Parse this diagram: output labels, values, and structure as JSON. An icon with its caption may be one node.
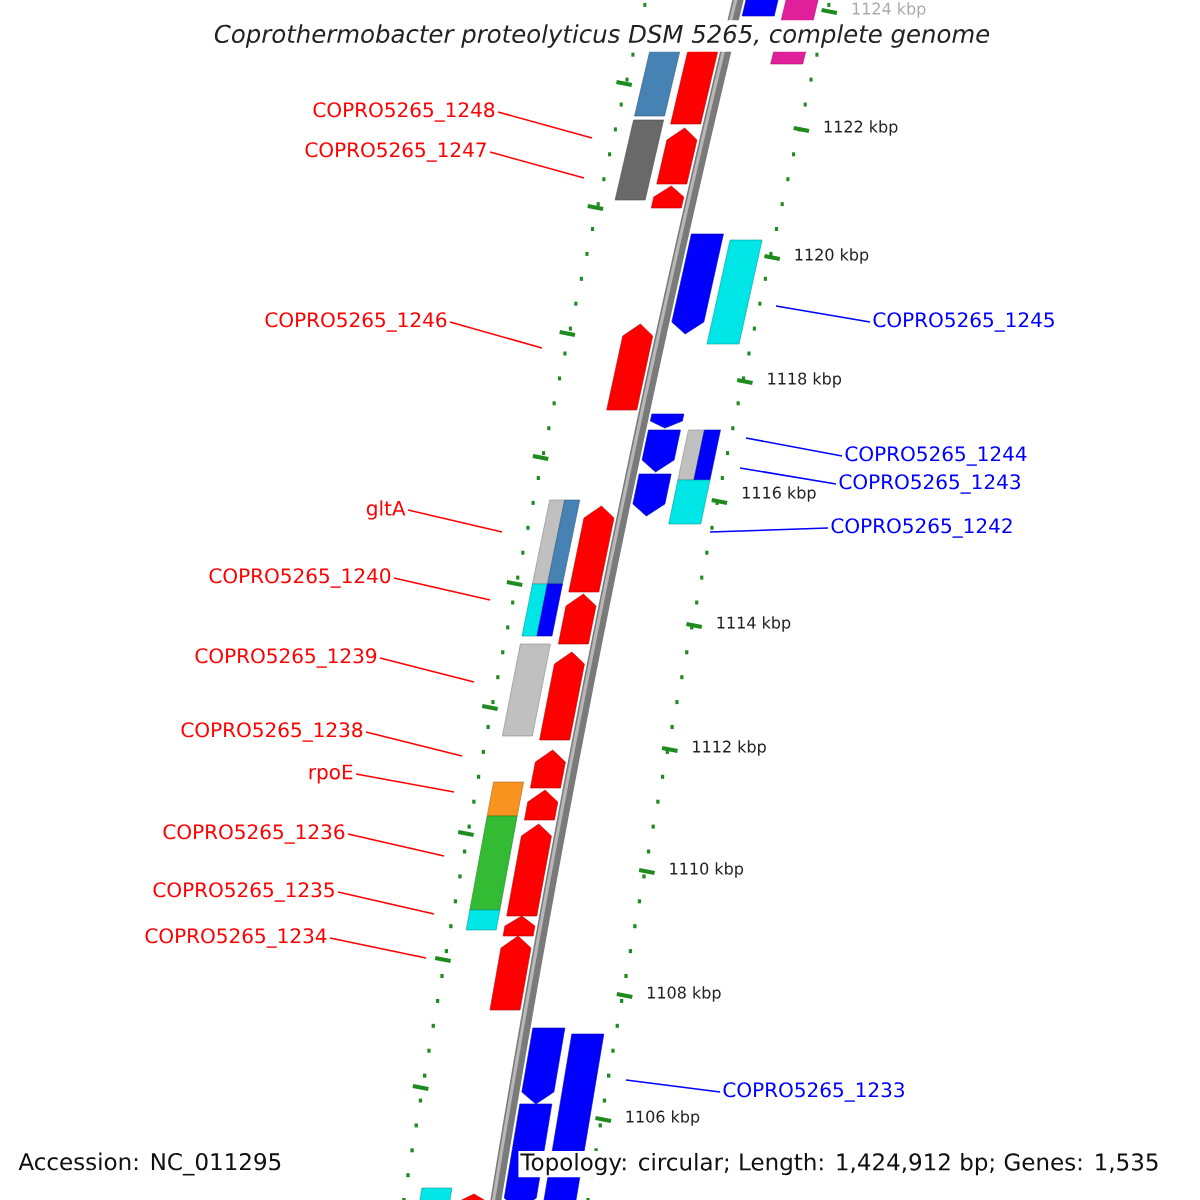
{
  "diagram": {
    "title": "Coprothermobacter proteolyticus DSM 5265, complete genome",
    "nodes": [
      {
        "text": [
          "COPRO5265_1248"
        ]
      },
      {
        "text": [
          "COPRO5265_1247"
        ]
      },
      {
        "text": [
          "COPRO5265_1246"
        ]
      },
      {
        "text": [
          "COPRO5265_1245"
        ]
      },
      {
        "text": [
          "COPRO5265_1244"
        ]
      },
      {
        "text": [
          "COPRO5265_1243"
        ]
      },
      {
        "text": [
          "COPRO5265_1242"
        ]
      },
      {
        "text": [
          "gltA"
        ]
      },
      {
        "text": [
          "COPRO5265_1240"
        ]
      },
      {
        "text": [
          "COPRO5265_1239"
        ]
      },
      {
        "text": [
          "COPRO5265_1238"
        ]
      },
      {
        "text": [
          "rpoE"
        ]
      },
      {
        "text": [
          "COPRO5265_1236"
        ]
      },
      {
        "text": [
          "COPRO5265_1235"
        ]
      },
      {
        "text": [
          "COPRO5265_1234"
        ]
      },
      {
        "text": [
          "COPRO5265_1233"
        ]
      }
    ],
    "edges": [
      {
        "from": 0,
        "to": null,
        "arrow": "none"
      },
      {
        "from": 1,
        "to": null,
        "arrow": "none"
      },
      {
        "from": 2,
        "to": null,
        "arrow": "none"
      },
      {
        "from": 3,
        "to": null,
        "arrow": "none",
        "color": "#0000ff"
      },
      {
        "from": 4,
        "to": null,
        "arrow": "none",
        "color": "#0000ff"
      },
      {
        "from": 5,
        "to": null,
        "arrow": "none",
        "color": "#0000ff"
      },
      {
        "from": 6,
        "to": null,
        "arrow": "none",
        "color": "#0000ff"
      },
      {
        "from": 7,
        "to": null,
        "arrow": "none"
      },
      {
        "from": 8,
        "to": null,
        "arrow": "none"
      },
      {
        "from": 9,
        "to": null,
        "arrow": "none"
      },
      {
        "from": 10,
        "to": null,
        "arrow": "none"
      },
      {
        "from": 11,
        "to": null,
        "arrow": "none"
      },
      {
        "from": 12,
        "to": null,
        "arrow": "none"
      },
      {
        "from": 13,
        "to": null,
        "arrow": "none"
      },
      {
        "from": 14,
        "to": null,
        "arrow": "none"
      },
      {
        "from": 15,
        "to": null,
        "arrow": "none",
        "color": "#0000ff"
      }
    ],
    "labels": [
      "1124 kbp",
      "1122 kbp",
      "1120 kbp",
      "1118 kbp",
      "1116 kbp",
      "1114 kbp",
      "1112 kbp",
      "1110 kbp",
      "1108 kbp",
      "1106 kbp",
      "Accession: NC_011295",
      "Topology: circular; Length: 1,424,912 bp; Genes: 1,535"
    ]
  }
}
